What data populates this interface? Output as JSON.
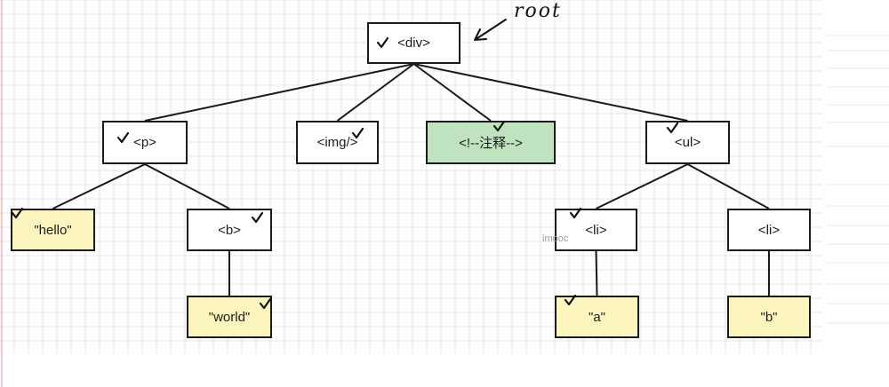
{
  "diagram": {
    "type": "tree",
    "root_annotation": "root",
    "watermark": "imooc",
    "colors": {
      "node_border": "#1a1a1a",
      "element_fill": "#ffffff",
      "text_node_fill": "#fbf5bd",
      "comment_fill": "#bfe3bf",
      "grid": "#e4e4e4",
      "margin_line": "#f2b8b8"
    },
    "nodes": [
      {
        "id": "div",
        "label": "<div>",
        "kind": "element",
        "checked": true
      },
      {
        "id": "p",
        "label": "<p>",
        "kind": "element",
        "checked": true
      },
      {
        "id": "img",
        "label": "<img/>",
        "kind": "element",
        "checked": true
      },
      {
        "id": "comment",
        "label": "<!--注释-->",
        "kind": "comment",
        "checked": true
      },
      {
        "id": "ul",
        "label": "<ul>",
        "kind": "element",
        "checked": true
      },
      {
        "id": "hello",
        "label": "\"hello\"",
        "kind": "text",
        "checked": true
      },
      {
        "id": "b",
        "label": "<b>",
        "kind": "element",
        "checked": true
      },
      {
        "id": "world",
        "label": "\"world\"",
        "kind": "text",
        "checked": true
      },
      {
        "id": "li1",
        "label": "<li>",
        "kind": "element",
        "checked": true
      },
      {
        "id": "li2",
        "label": "<li>",
        "kind": "element",
        "checked": false
      },
      {
        "id": "a",
        "label": "\"a\"",
        "kind": "text",
        "checked": true
      },
      {
        "id": "btext",
        "label": "\"b\"",
        "kind": "text",
        "checked": false
      }
    ],
    "edges": [
      [
        "div",
        "p"
      ],
      [
        "div",
        "img"
      ],
      [
        "div",
        "comment"
      ],
      [
        "div",
        "ul"
      ],
      [
        "p",
        "hello"
      ],
      [
        "p",
        "b"
      ],
      [
        "b",
        "world"
      ],
      [
        "ul",
        "li1"
      ],
      [
        "ul",
        "li2"
      ],
      [
        "li1",
        "a"
      ],
      [
        "li2",
        "btext"
      ]
    ]
  }
}
